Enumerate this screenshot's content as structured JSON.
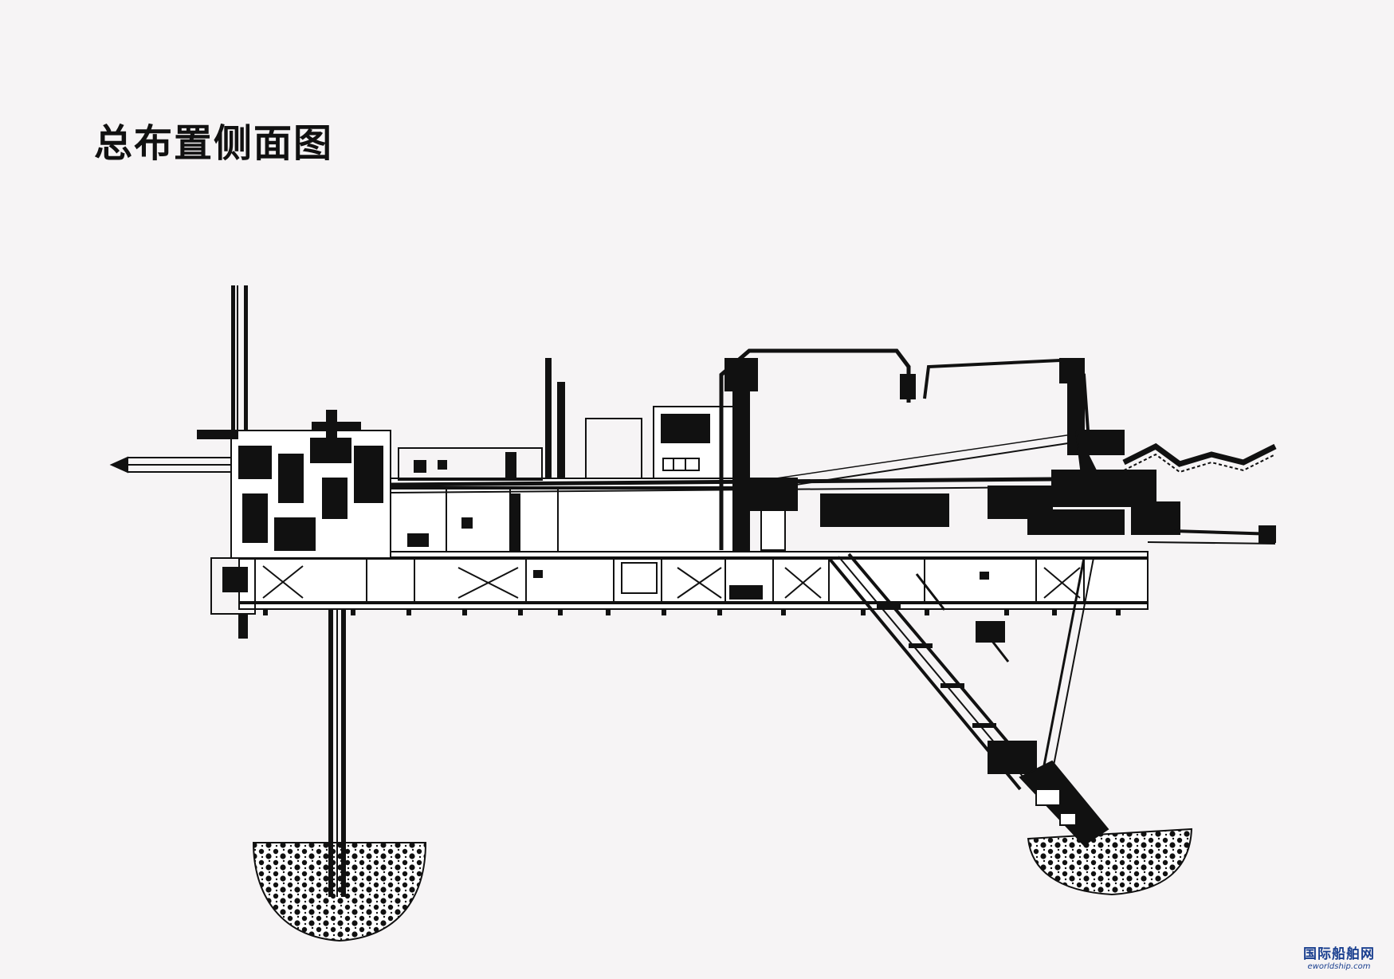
{
  "page": {
    "title": "总布置侧面图"
  },
  "watermark": {
    "name": "国际船舶网",
    "url": "eworldship.com"
  },
  "colors": {
    "ink": "#111111",
    "paper": "#f6f4f5",
    "seabed": "#d9d9d9",
    "watermark": "#1a3f8f"
  },
  "diagram": {
    "components": [
      "spud-pile",
      "bow-frame",
      "hull",
      "deckhouse",
      "gantry-crane",
      "discharge-pipe",
      "cutter-ladder",
      "cutter-head",
      "ladder-gantry",
      "seabed-spud",
      "seabed-cutter"
    ]
  }
}
